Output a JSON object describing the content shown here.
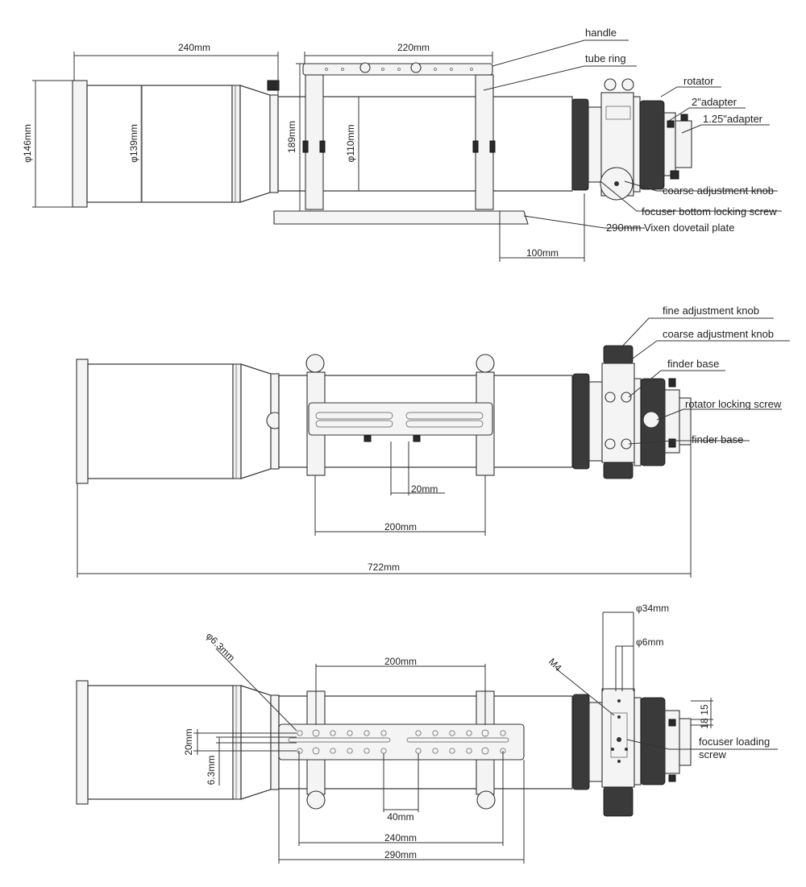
{
  "views": {
    "top": {
      "dims": {
        "length_240": "240mm",
        "length_220": "220mm",
        "dia_146": "φ146mm",
        "dia_139": "φ139mm",
        "height_189": "189mm",
        "dia_110": "φ110mm",
        "length_100": "100mm"
      },
      "labels": {
        "handle": "handle",
        "tube_ring": "tube ring",
        "rotator": "rotator",
        "adapter_2": "2\"adapter",
        "adapter_125": "1.25\"adapter",
        "coarse_knob": "coarse adjustment knob",
        "focuser_locking": "focuser bottom locking screw",
        "dovetail": "290mm Vixen dovetail plate"
      }
    },
    "side": {
      "dims": {
        "length_20": "20mm",
        "length_200": "200mm",
        "length_722": "722mm"
      },
      "labels": {
        "fine_knob": "fine adjustment knob",
        "coarse_knob": "coarse adjustment knob",
        "finder_base_1": "finder base",
        "rotator_lock": "rotator locking screw",
        "finder_base_2": "finder base"
      }
    },
    "bottom": {
      "dims": {
        "dia_63_hole": "φ6.3mm",
        "length_200": "200mm",
        "dia_34": "φ34mm",
        "dia_6": "φ6mm",
        "m4": "M4",
        "val_15": "15",
        "val_18": "18",
        "length_20": "20mm",
        "length_63": "6.3mm",
        "length_40": "40mm",
        "length_240": "240mm",
        "length_290": "290mm"
      },
      "labels": {
        "loading_screw_1": "focuser loading",
        "loading_screw_2": "screw"
      }
    }
  }
}
